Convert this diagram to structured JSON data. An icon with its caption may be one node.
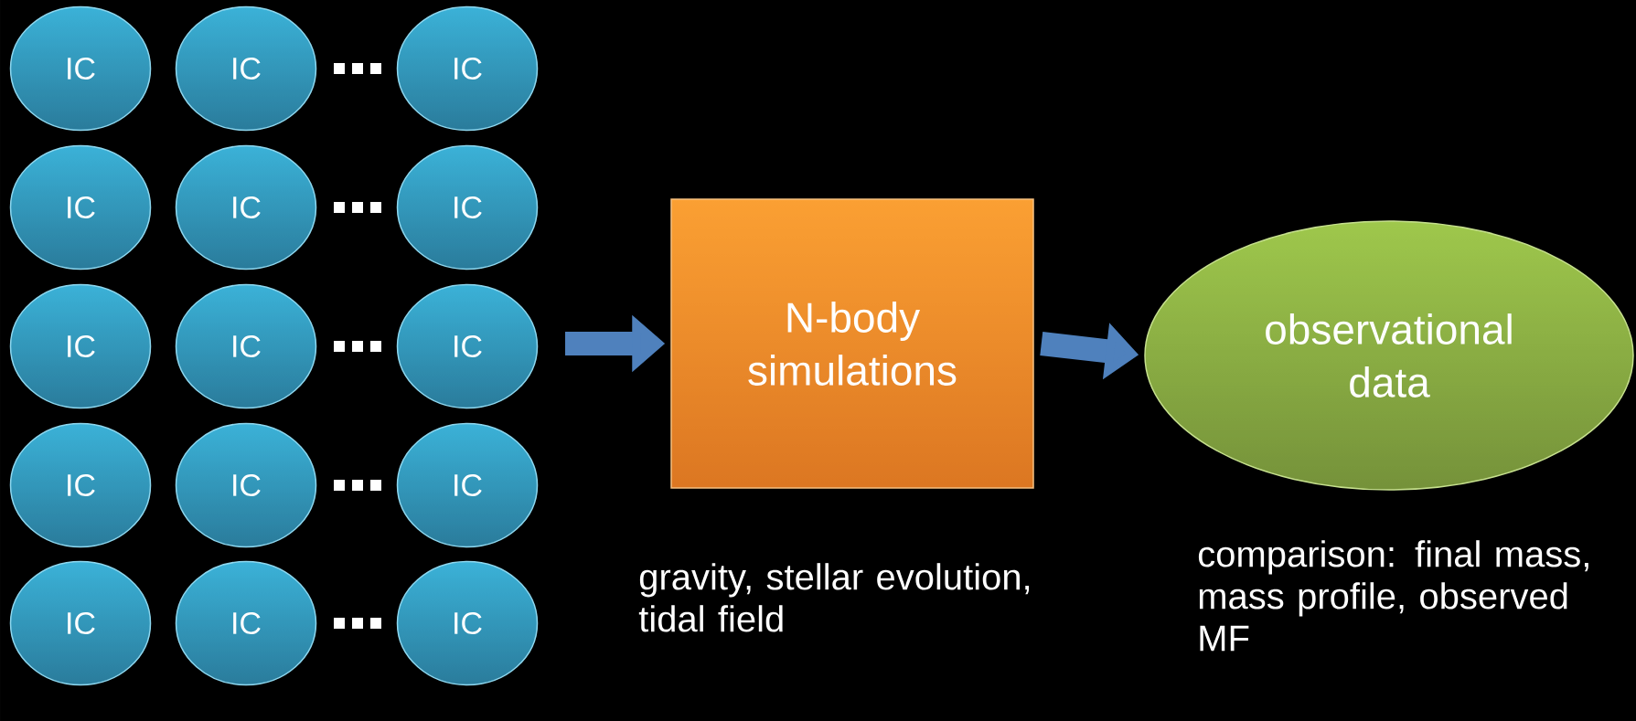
{
  "diagram": {
    "nodes": [
      {
        "text": [
          "IC"
        ]
      },
      {
        "text": [
          "IC"
        ]
      },
      {
        "text": [
          "IC"
        ]
      },
      {
        "text": [
          "IC"
        ]
      },
      {
        "text": [
          "IC"
        ]
      },
      {
        "text": [
          "IC"
        ]
      },
      {
        "text": [
          "IC"
        ]
      },
      {
        "text": [
          "IC"
        ]
      },
      {
        "text": [
          "IC"
        ]
      },
      {
        "text": [
          "IC"
        ]
      },
      {
        "text": [
          "IC"
        ]
      },
      {
        "text": [
          "IC"
        ]
      },
      {
        "text": [
          "IC"
        ]
      },
      {
        "text": [
          "IC"
        ]
      },
      {
        "text": [
          "IC"
        ]
      },
      {
        "text": [
          "N-body simulations"
        ],
        "beside": [
          "gravity, stellar evolution, tidal field"
        ]
      },
      {
        "text": [
          "observational data"
        ],
        "beside": [
          "comparison: final mass, mass profile, observed MF"
        ]
      }
    ],
    "edges": [
      {
        "from": null,
        "to": 15,
        "arrow": "to"
      },
      {
        "from": 15,
        "to": 16,
        "arrow": "to"
      }
    ]
  }
}
